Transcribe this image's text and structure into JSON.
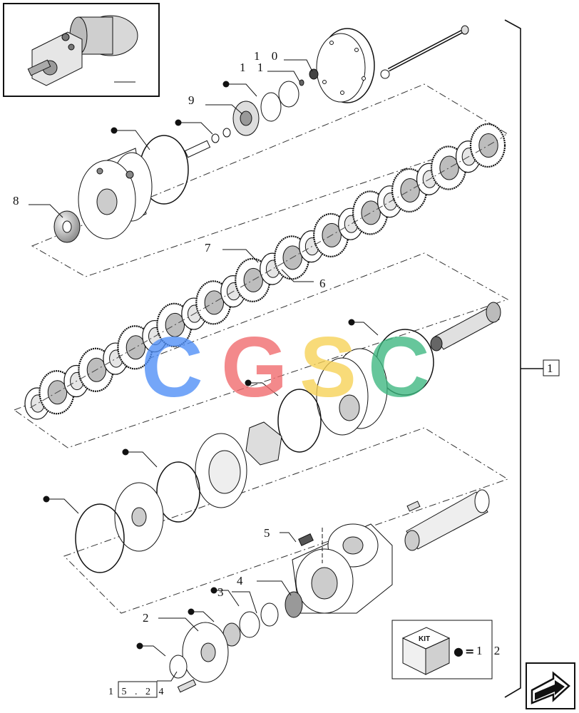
{
  "diagram": {
    "callouts": {
      "p1": "1",
      "p2": "2",
      "p3": "3",
      "p4": "4",
      "p5": "5",
      "p6": "6",
      "p7": "7",
      "p8": "8",
      "p9": "9",
      "p10": "1 0",
      "p11": "1 1",
      "ref": "1 5 . 2 4"
    },
    "kit": {
      "label": "KIT",
      "symbol": "●",
      "equals": "=",
      "number": "1 2"
    },
    "watermark": {
      "letters": [
        "C",
        "G",
        "S",
        "C"
      ],
      "colors": [
        "#4e8ef7",
        "#f0696b",
        "#f7d154",
        "#3cb77f"
      ]
    },
    "colors": {
      "line": "#111111",
      "background": "#ffffff"
    },
    "icons": {
      "nav": "arrow-right-icon"
    }
  }
}
